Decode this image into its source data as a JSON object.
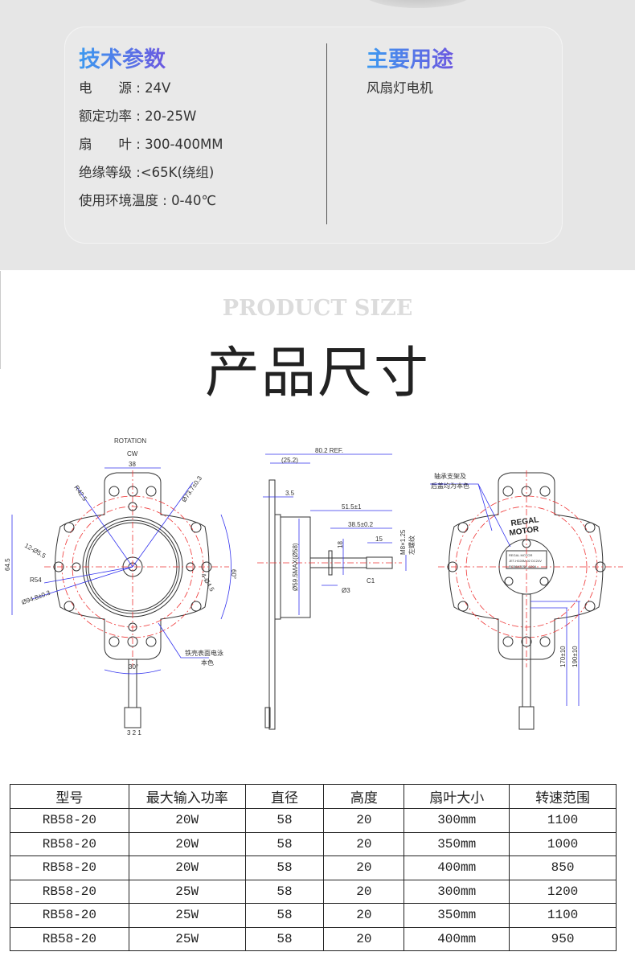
{
  "specs": {
    "title": "技术参数",
    "rows": [
      {
        "label": "电　　源",
        "value": "24V"
      },
      {
        "label": "额定功率",
        "value": "20-25W"
      },
      {
        "label": "扇　　叶",
        "value": "300-400MM"
      },
      {
        "label": "绝缘等级",
        "value": "<65K(绕组)"
      },
      {
        "label": "使用环境温度",
        "value": "0-40℃"
      }
    ]
  },
  "usage": {
    "title": "主要用途",
    "value": "风扇灯电机"
  },
  "section": {
    "title_en": "PRODUCT SIZE",
    "title_zh": "产品尺寸"
  },
  "drawing": {
    "front": {
      "rotation": "ROTATION",
      "direction": "CW",
      "d38": "38",
      "r425": "R42.5",
      "d737": "Ø73.7±0.3",
      "holes12": "12-Ø5.5",
      "h645": "64.5",
      "r54": "R54",
      "d948": "Ø94.8±0.3",
      "holes4": "4-Ø4.5",
      "a60": "60°",
      "a30": "30°",
      "note1": "铁壳表面电泳",
      "note2": "本色",
      "pins": "3 2 1"
    },
    "side": {
      "d802": "80.2 REF.",
      "d252": "(25.2)",
      "d35": "3.5",
      "d515": "51.5±1",
      "d385": "38.5±0.2",
      "d15": "15",
      "d18": "18",
      "thread": "M8×1.25",
      "thread_note": "左螺纹",
      "c1": "C1",
      "d3": "Ø3",
      "body": "Ø59.5MAX(Ø58)"
    },
    "back": {
      "note1": "轴承支架及",
      "note2": "后盖均为本色",
      "brand1": "REGAL",
      "brand2": "MOTOR",
      "label1": "REGAL MOTOR",
      "label2": "JET-H028M-02 DC24V",
      "label3": "RG58A70S8 -120A",
      "l170": "170±10",
      "l190": "190±10"
    }
  },
  "table": {
    "headers": [
      "型号",
      "最大输入功率",
      "直径",
      "高度",
      "扇叶大小",
      "转速范围"
    ],
    "rows": [
      [
        "RB58-20",
        "20W",
        "58",
        "20",
        "300mm",
        "1100"
      ],
      [
        "RB58-20",
        "20W",
        "58",
        "20",
        "350mm",
        "1000"
      ],
      [
        "RB58-20",
        "20W",
        "58",
        "20",
        "400mm",
        "850"
      ],
      [
        "RB58-20",
        "25W",
        "58",
        "20",
        "300mm",
        "1200"
      ],
      [
        "RB58-20",
        "25W",
        "58",
        "20",
        "350mm",
        "1100"
      ],
      [
        "RB58-20",
        "25W",
        "58",
        "20",
        "400mm",
        "950"
      ]
    ]
  }
}
